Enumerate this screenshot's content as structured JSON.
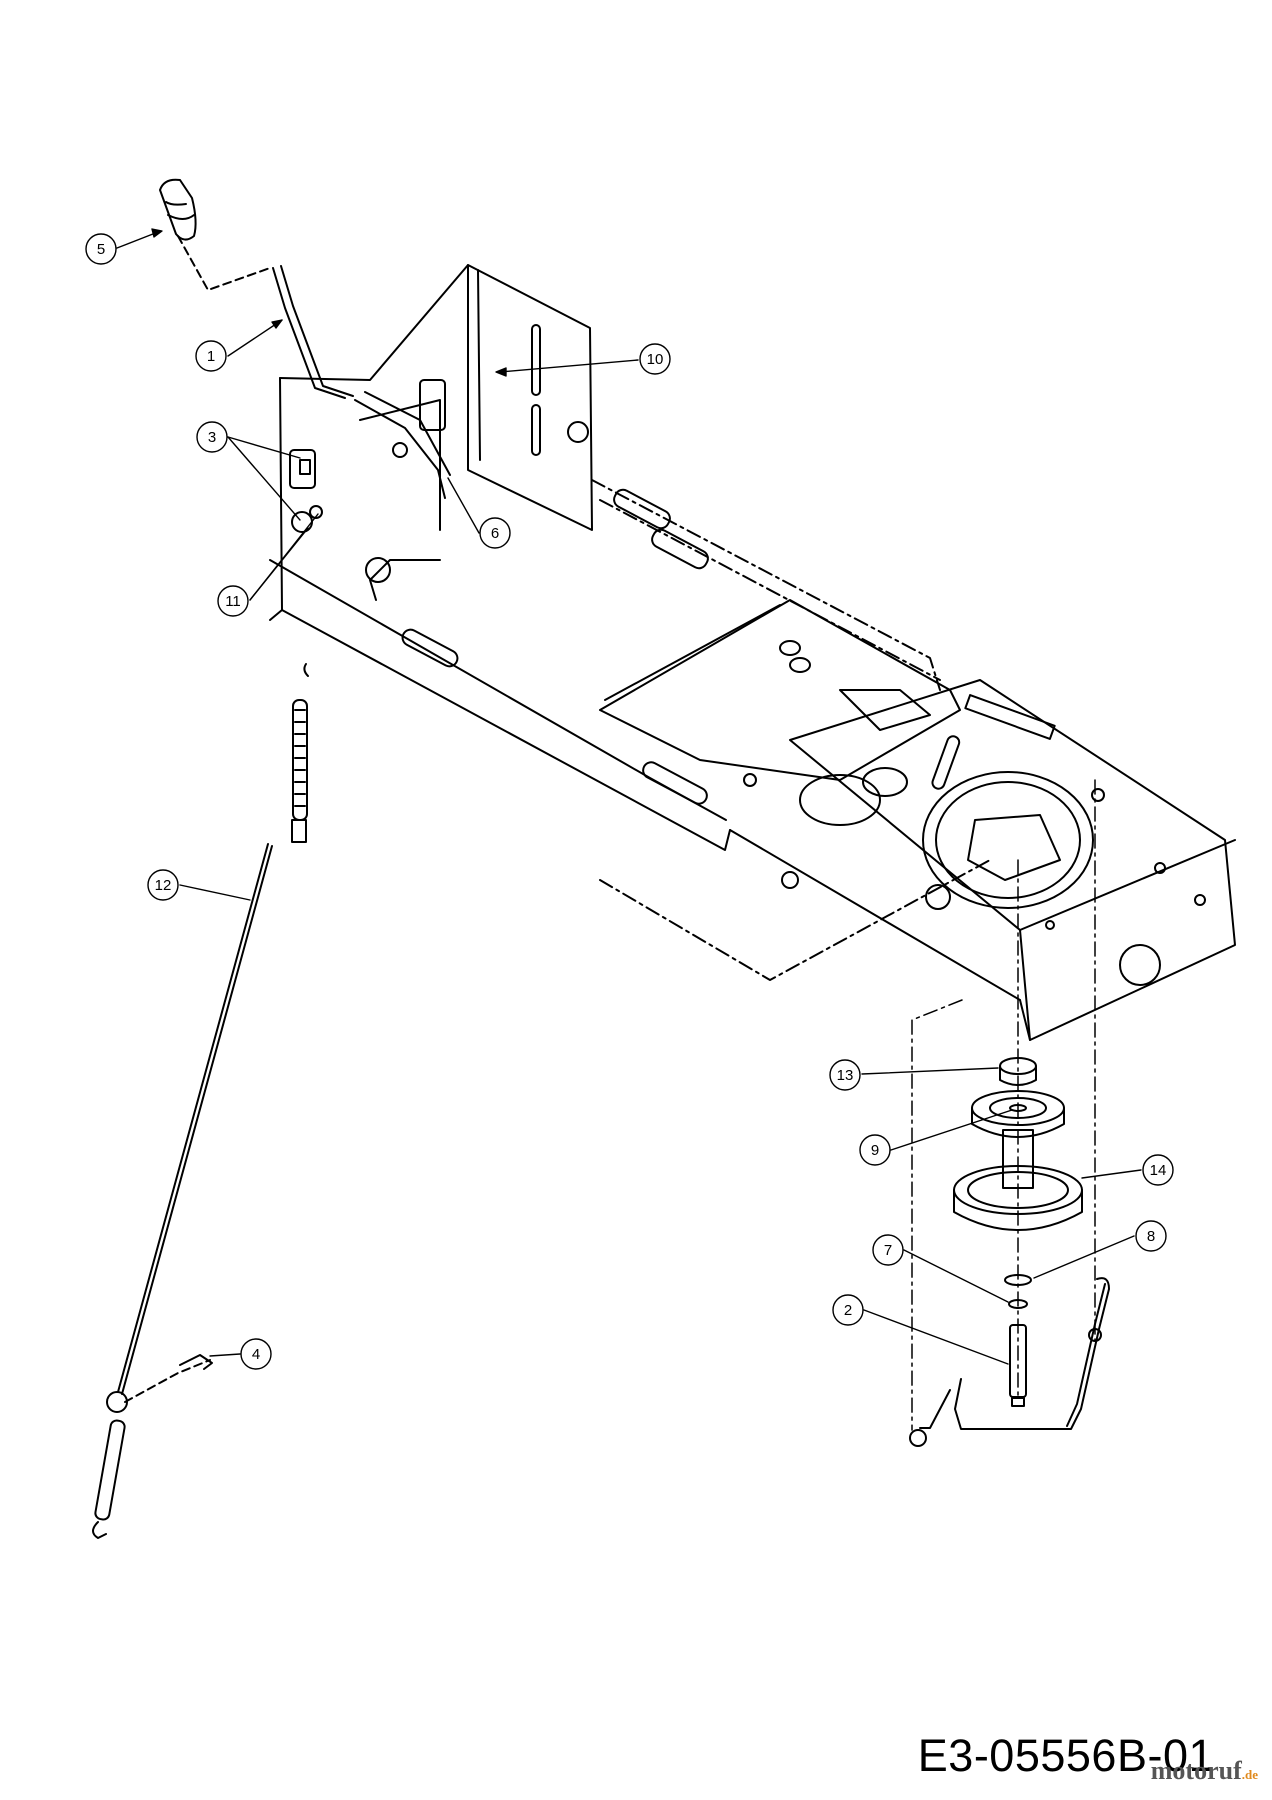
{
  "drawing_code": "E3-05556B-01",
  "watermark": {
    "brand": "motoruf",
    "domain": ".de"
  },
  "callouts": [
    "1",
    "2",
    "3",
    "4",
    "5",
    "6",
    "7",
    "8",
    "9",
    "10",
    "11",
    "12",
    "13",
    "14"
  ],
  "colors": {
    "line": "#000000",
    "background": "#ffffff",
    "watermark_dark": "#555555",
    "watermark_accent": "#e08a1e"
  }
}
